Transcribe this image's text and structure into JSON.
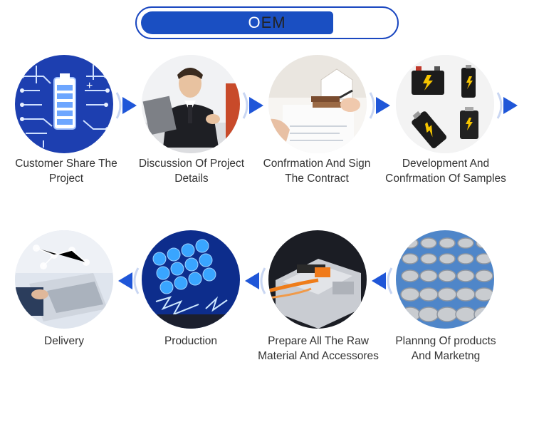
{
  "header": {
    "title_a": "O",
    "title_b": "EM"
  },
  "steps": [
    {
      "label": "Customer Share The Project"
    },
    {
      "label": "Discussion Of Project Details"
    },
    {
      "label": "Confrmation And Sign The Contract"
    },
    {
      "label": "Development And Confrmation Of Samples"
    },
    {
      "label": "Delivery"
    },
    {
      "label": "Production"
    },
    {
      "label": "Prepare All The Raw Material And Accessores"
    },
    {
      "label": "Plannng Of products And Marketng"
    }
  ],
  "colors": {
    "brand_blue": "#1a4fc2",
    "arrow_blue": "#1f56d8",
    "text": "#333333"
  }
}
